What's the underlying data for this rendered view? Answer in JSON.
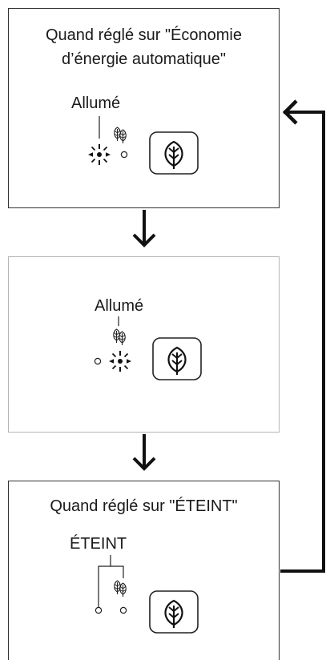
{
  "panels": [
    {
      "title_line1": "Quand réglé sur \"Économie",
      "title_line2": "d’énergie automatique\"",
      "status_label": "Allumé"
    },
    {
      "status_label": "Allumé"
    },
    {
      "title_line1": "Quand réglé sur \"ÉTEINT\"",
      "status_label": "ÉTEINT"
    }
  ]
}
